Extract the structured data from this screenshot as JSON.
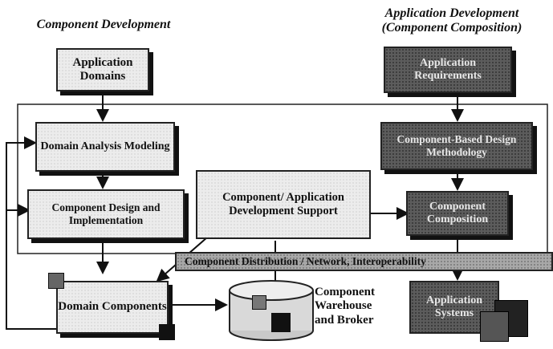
{
  "headings": {
    "component_dev": "Component Development",
    "application_dev_line1": "Application Development",
    "application_dev_line2": "(Component Composition)"
  },
  "boxes": {
    "application_domains": "Application Domains",
    "application_requirements": "Application Requirements",
    "domain_analysis": "Domain Analysis Modeling",
    "component_design": "Component Design and Implementation",
    "dev_support": "Component/ Application Development Support",
    "component_based_design": "Component-Based Design Methodology",
    "component_composition": "Component Composition",
    "distribution_network": "Component Distribution / Network, Interoperability",
    "domain_components": "Domain Components",
    "warehouse_line1": "Component",
    "warehouse_line2": "Warehouse",
    "warehouse_line3": "and Broker",
    "application_systems": "Application Systems"
  }
}
